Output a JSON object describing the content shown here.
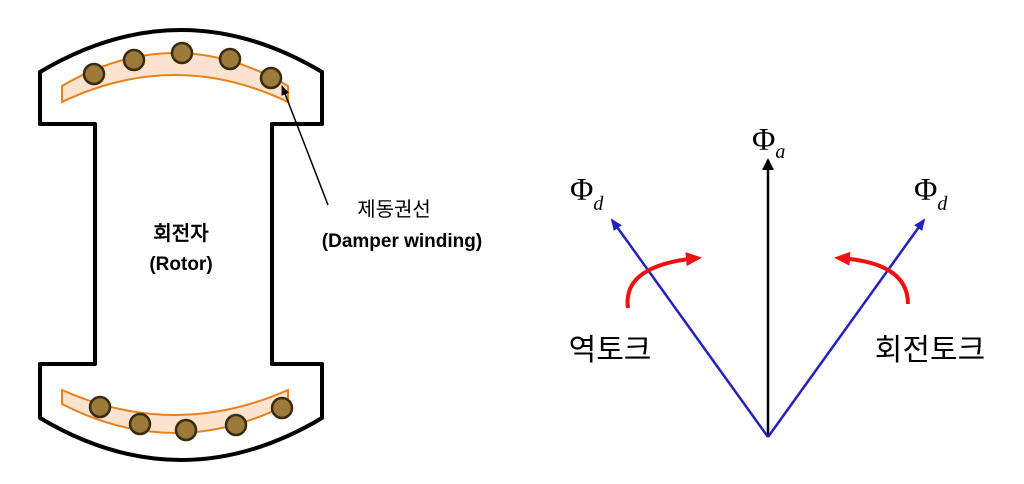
{
  "rotor": {
    "label_korean": "회전자",
    "label_english": "(Rotor)"
  },
  "damper": {
    "label_korean": "제동권선",
    "label_english": "(Damper winding)"
  },
  "vectors": {
    "center_symbol": "Φ",
    "center_subscript": "a",
    "left_symbol": "Φ",
    "left_subscript": "d",
    "right_symbol": "Φ",
    "right_subscript": "d"
  },
  "torques": {
    "left_label": "역토크",
    "right_label": "회전토크"
  },
  "colors": {
    "pole_outline": "#000000",
    "shoe_fill": "#fbe4cf",
    "shoe_stroke": "#e8801c",
    "bar_fill": "#9c7a3a",
    "bar_stroke": "#3a2a10",
    "vector_blue": "#2222bb",
    "vector_black": "#000000",
    "torque_red": "#ee1111"
  }
}
